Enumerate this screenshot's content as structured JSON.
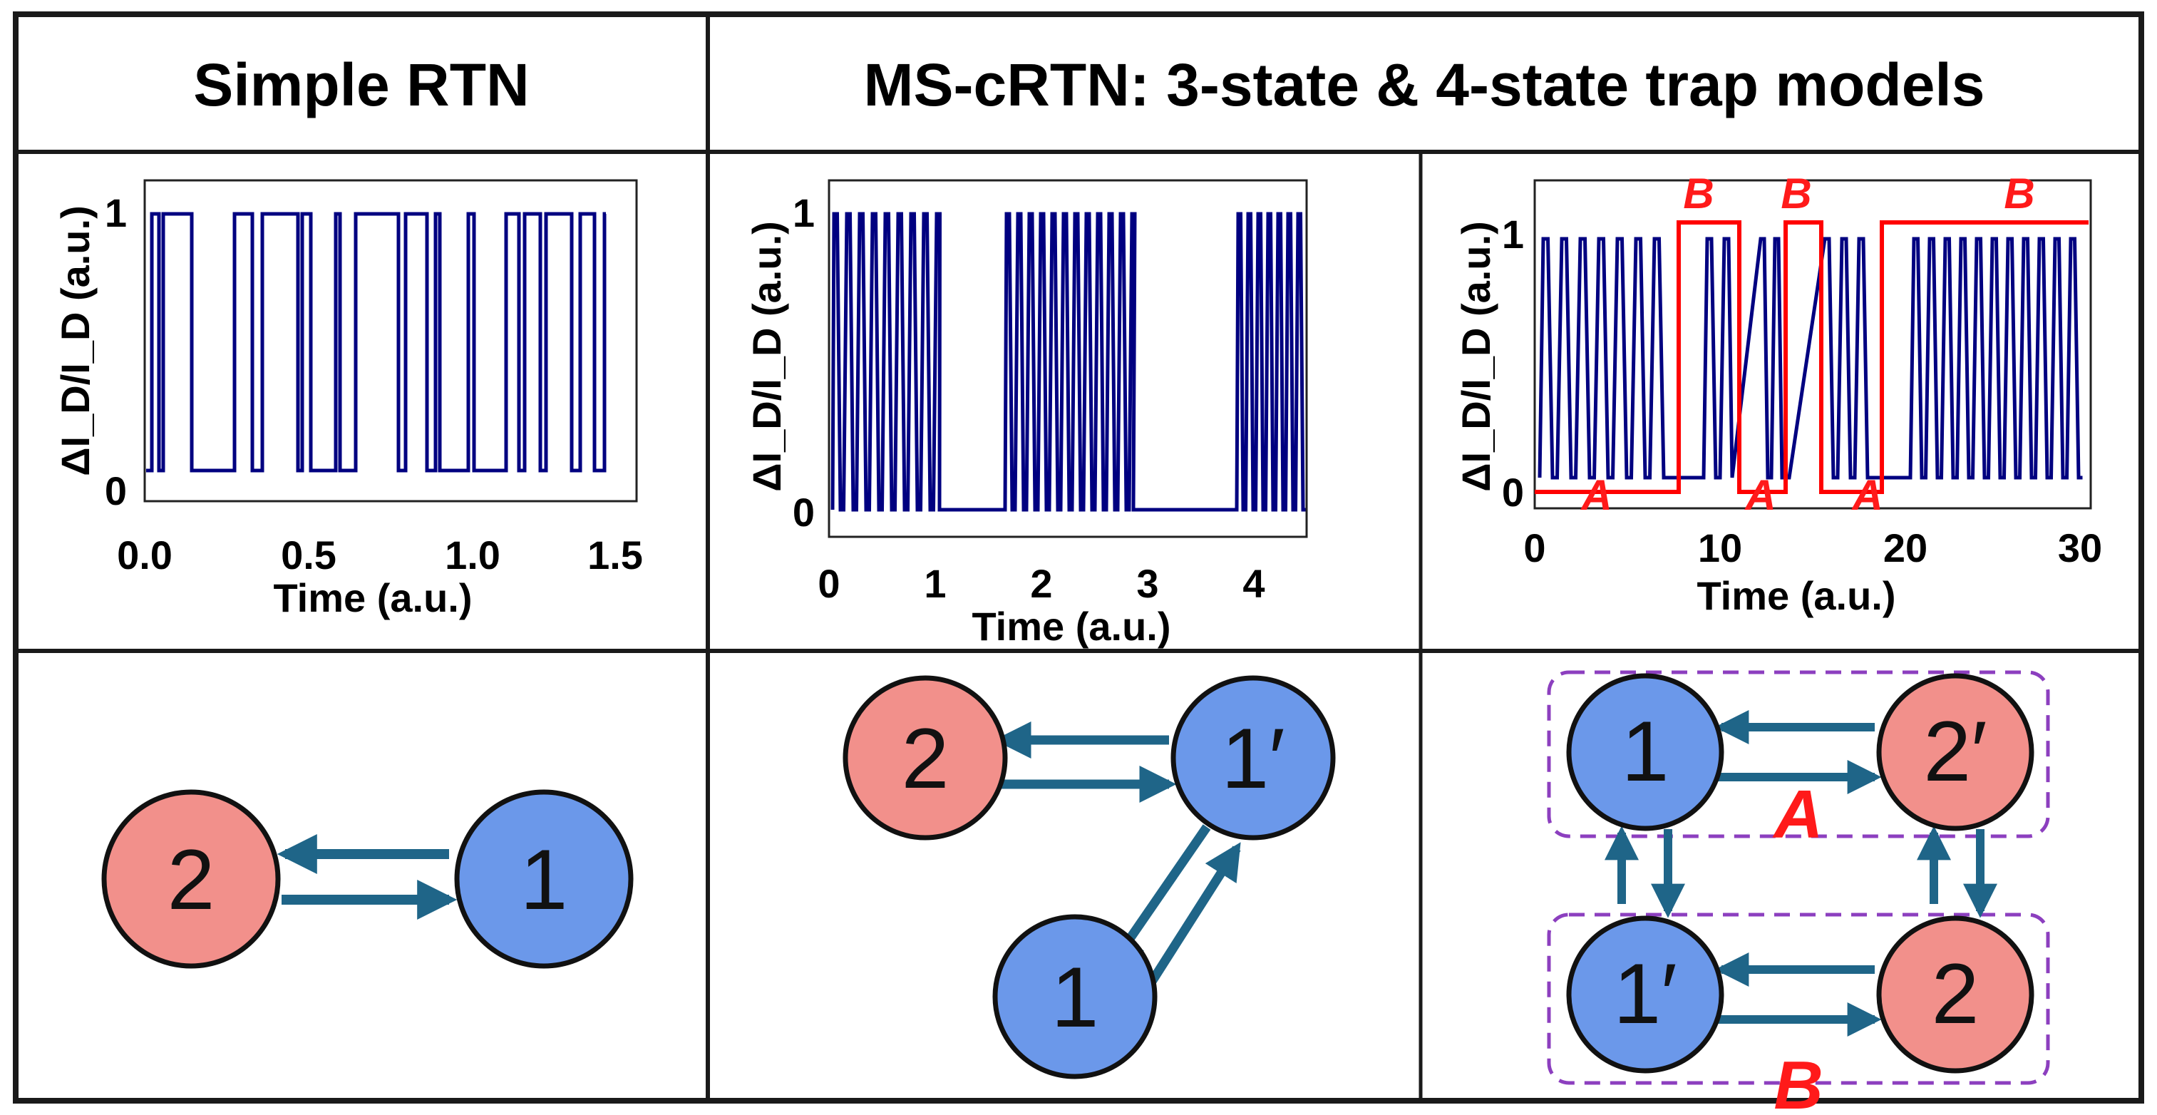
{
  "headers": {
    "simple": "Simple RTN",
    "ms": "MS-cRTN: 3-state & 4-state trap models"
  },
  "colors": {
    "signal": "#000080",
    "red_state": "#ff0000",
    "node_red": "#f2908b",
    "node_blue": "#6b98ea",
    "arrow": "#1f6588",
    "group_box": "#8c3fbf",
    "group_label": "#ff1a1a"
  },
  "plots": [
    {
      "id": "simple",
      "ylabel": "ΔI_D/I_D (a.u.)",
      "xlabel": "Time (a.u.)",
      "yticks": [
        "0",
        "1"
      ],
      "xticks": [
        "0.0",
        "0.5",
        "1.0",
        "1.5"
      ],
      "xlim": [
        0,
        1.5
      ]
    },
    {
      "id": "three-state",
      "ylabel": "ΔI_D/I_D (a.u.)",
      "xlabel": "Time (a.u.)",
      "yticks": [
        "0",
        "1"
      ],
      "xticks": [
        "0",
        "1",
        "2",
        "3",
        "4"
      ],
      "xlim": [
        0,
        4.5
      ]
    },
    {
      "id": "four-state",
      "ylabel": "ΔI_D/I_D (a.u.)",
      "xlabel": "Time (a.u.)",
      "yticks": [
        "0",
        "1"
      ],
      "xticks": [
        "0",
        "10",
        "20",
        "30"
      ],
      "xlim": [
        0,
        30
      ],
      "state_labels": [
        "A",
        "B",
        "A",
        "B",
        "A",
        "B"
      ]
    }
  ],
  "diagrams": {
    "simple": {
      "nodes": [
        "2",
        "1"
      ]
    },
    "three_state": {
      "nodes": [
        "2",
        "1′",
        "1"
      ]
    },
    "four_state": {
      "nodes": [
        "1",
        "2′",
        "1′",
        "2"
      ],
      "groups": [
        "A",
        "B"
      ]
    }
  }
}
